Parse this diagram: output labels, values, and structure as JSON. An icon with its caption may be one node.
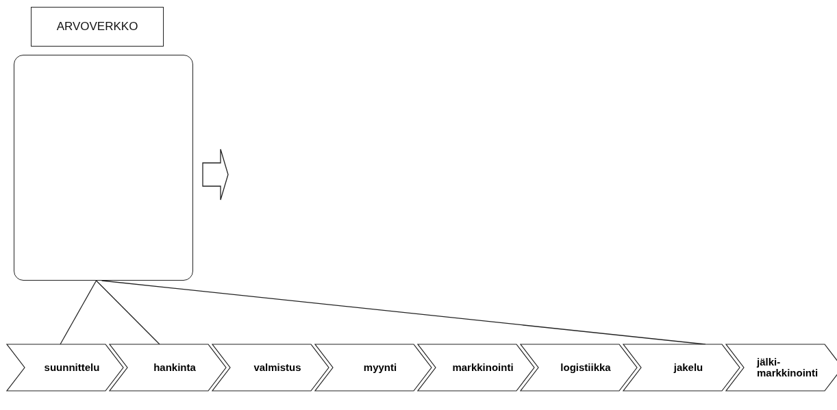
{
  "diagram": {
    "nodes": [
      {
        "text": [
          "ARVOVERKKO"
        ]
      },
      {
        "text": [],
        "shape": "box"
      },
      {
        "text": [
          "suunnittelu"
        ]
      },
      {
        "text": [
          "hankinta"
        ]
      },
      {
        "text": [
          "valmistus"
        ]
      },
      {
        "text": [
          "myynti"
        ]
      },
      {
        "text": [
          "markkinointi"
        ]
      },
      {
        "text": [
          "logistiikka"
        ]
      },
      {
        "text": [
          "jakelu"
        ]
      },
      {
        "text": [
          "jälki- markkinointi"
        ]
      }
    ],
    "edges": [
      {
        "from": 1,
        "to": 2,
        "arrow": "none"
      },
      {
        "from": 1,
        "to": 3,
        "arrow": "none"
      },
      {
        "from": 1,
        "to": 8,
        "arrow": "none"
      }
    ]
  }
}
